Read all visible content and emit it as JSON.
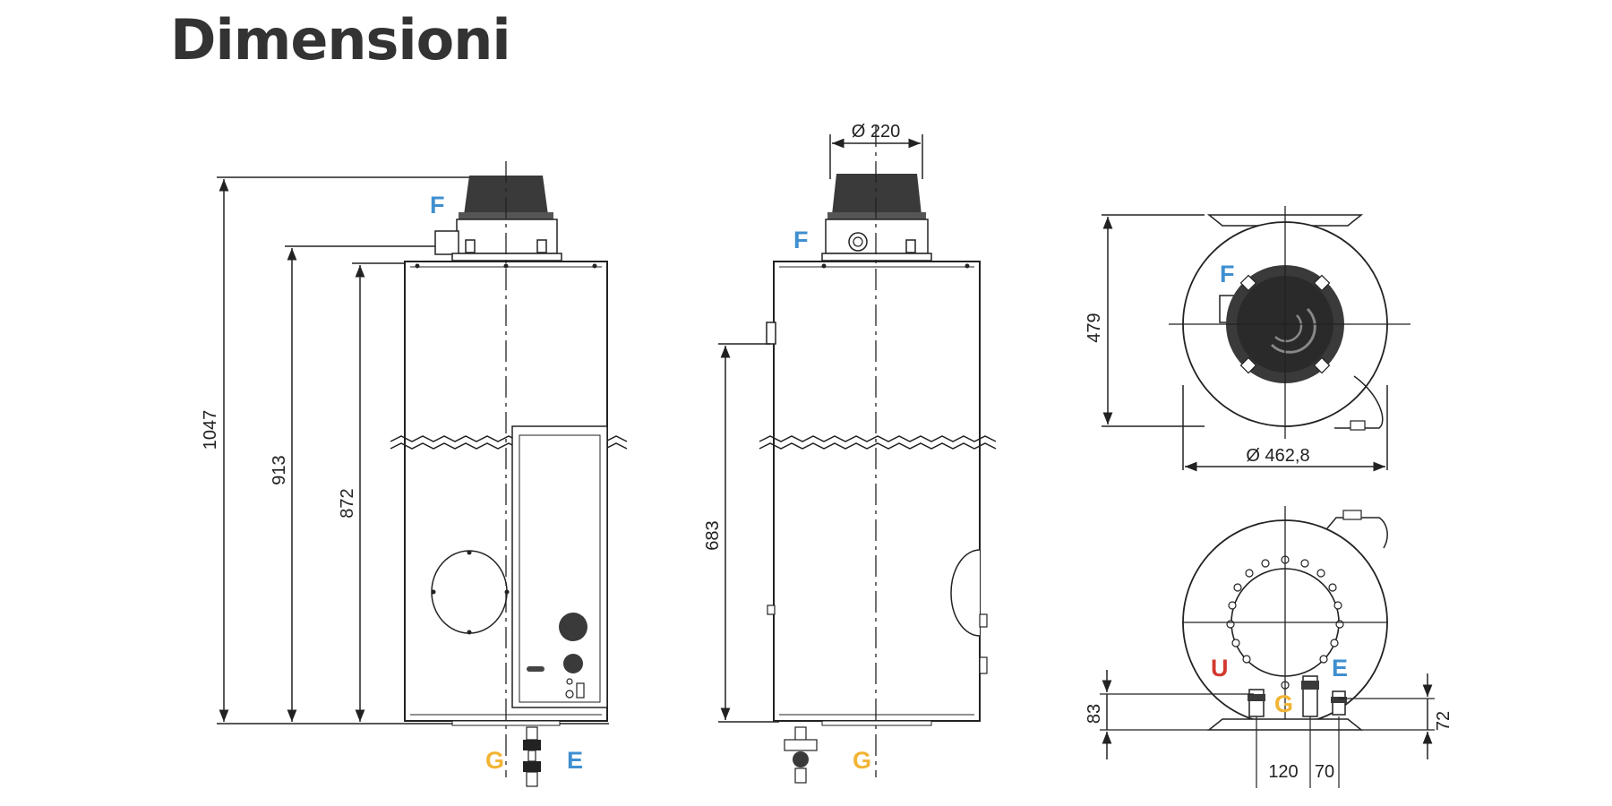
{
  "title": "Dimensioni",
  "colors": {
    "f_label": "#3f8fd0",
    "e_label": "#3f8fd0",
    "g_label": "#f2b434",
    "u_label": "#d23a2f",
    "line": "#222222",
    "cap": "#3a3a3a"
  },
  "front_view": {
    "dims": {
      "total_height": "1047",
      "top_connection": "913",
      "body_height": "872"
    },
    "labels": {
      "f": "F",
      "g": "G",
      "e": "E"
    }
  },
  "side_view": {
    "dims": {
      "cap_diameter": "Ø 220",
      "side_connection": "683"
    },
    "labels": {
      "f": "F",
      "g": "G"
    }
  },
  "top_view": {
    "dims": {
      "depth": "479",
      "diameter": "Ø 462,8"
    },
    "labels": {
      "f": "F"
    }
  },
  "bottom_view": {
    "dims": {
      "height_left": "83",
      "height_right": "72",
      "spacing_1": "120",
      "spacing_2": "70"
    },
    "labels": {
      "u": "U",
      "g": "G",
      "e": "E"
    }
  }
}
